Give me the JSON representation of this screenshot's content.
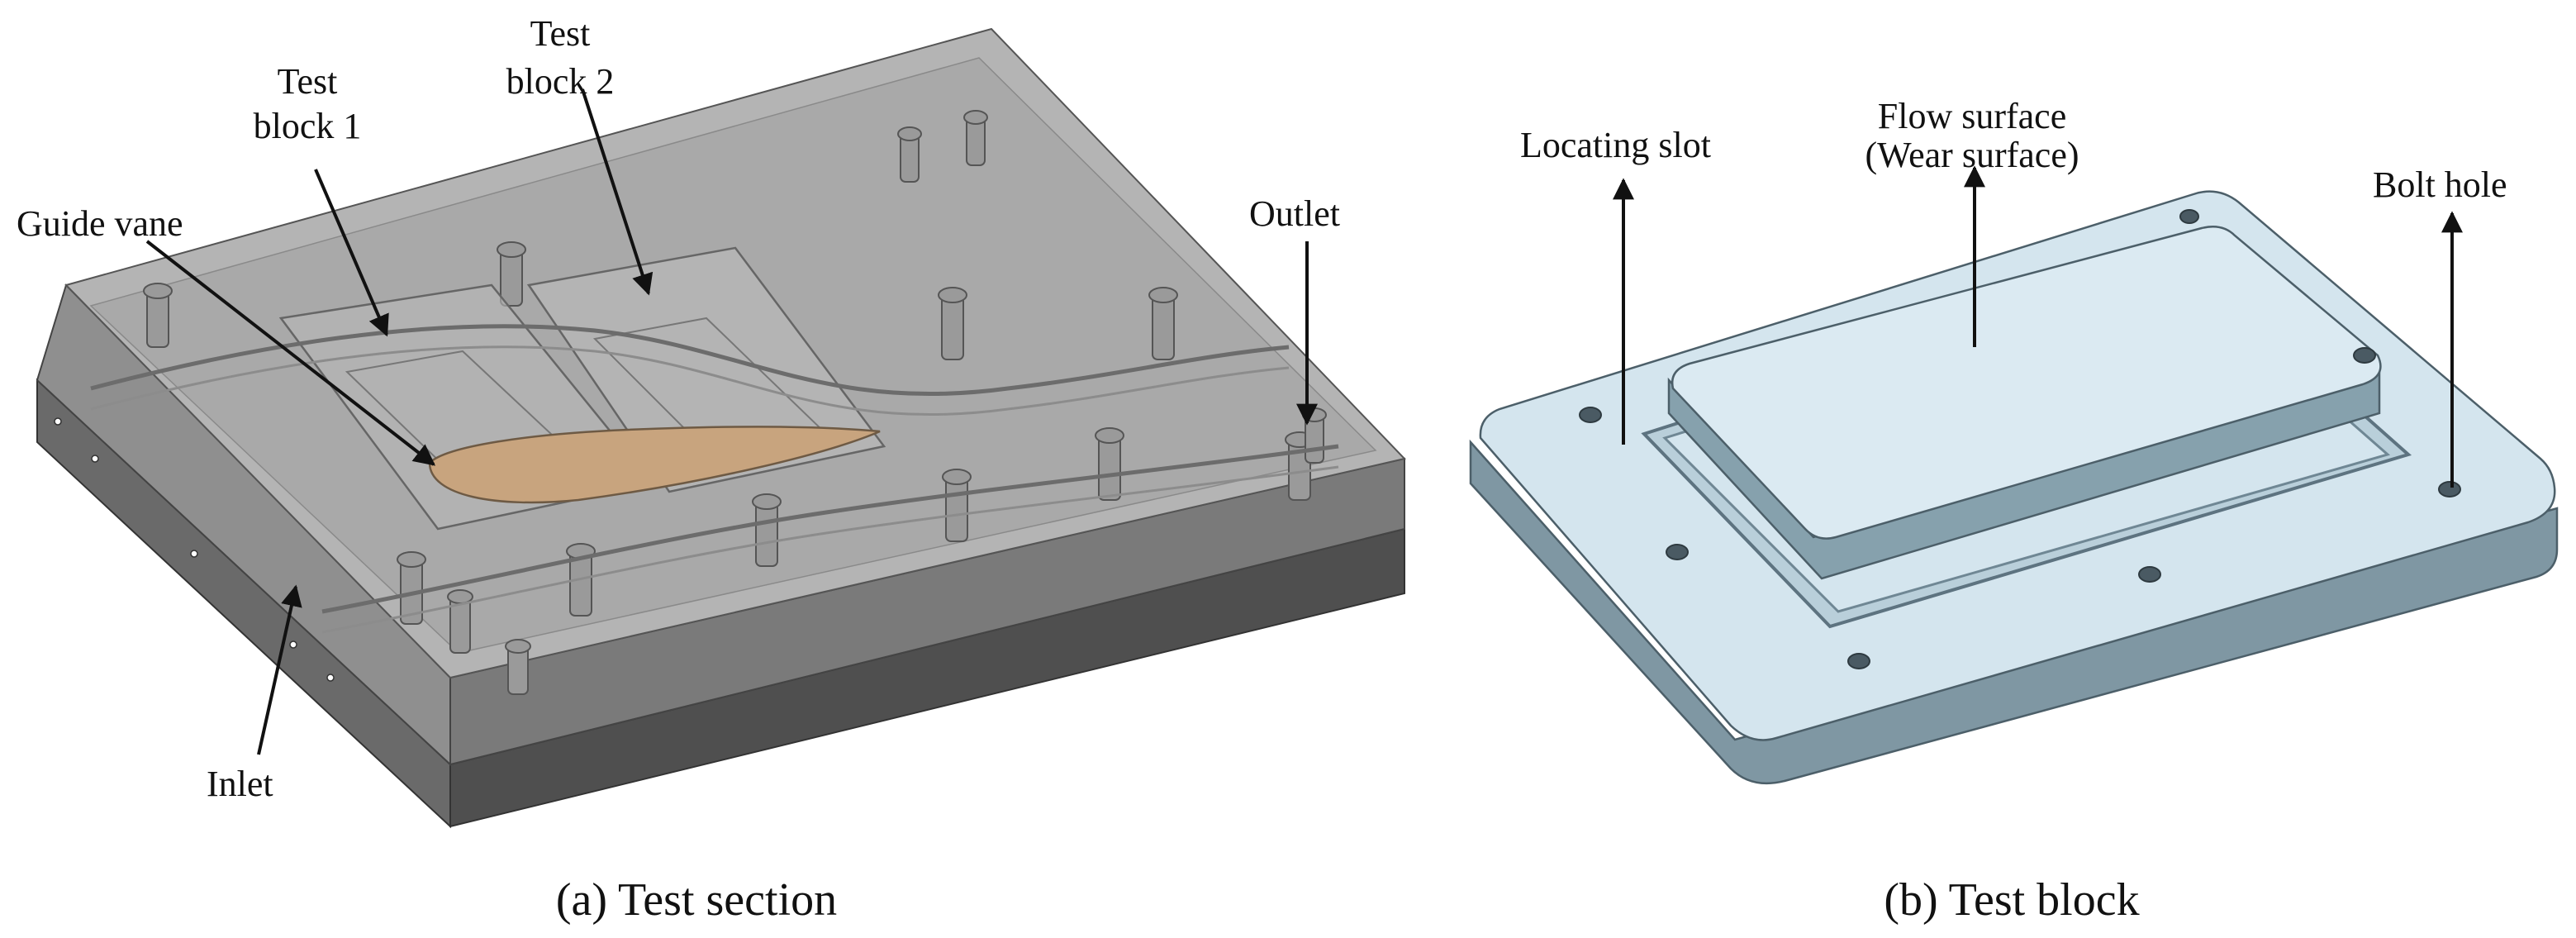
{
  "panel_a": {
    "caption": "(a) Test section",
    "labels": {
      "test_block_1_line1": "Test",
      "test_block_1_line2": "block 1",
      "test_block_2_line1": "Test",
      "test_block_2_line2": "block 2",
      "guide_vane": "Guide vane",
      "outlet": "Outlet",
      "inlet": "Inlet"
    }
  },
  "panel_b": {
    "caption": "(b) Test block",
    "labels": {
      "locating_slot": "Locating slot",
      "flow_surface_line1": "Flow surface",
      "flow_surface_line2": "(Wear surface)",
      "bolt_hole": "Bolt hole"
    }
  },
  "colors": {
    "housing_top": "#a7a7a7",
    "housing_side": "#5b5b5b",
    "guide_vane": "#c8a47e",
    "block_face": "#d4e5ee",
    "block_side": "#7f97a3",
    "arrow": "#111111"
  }
}
